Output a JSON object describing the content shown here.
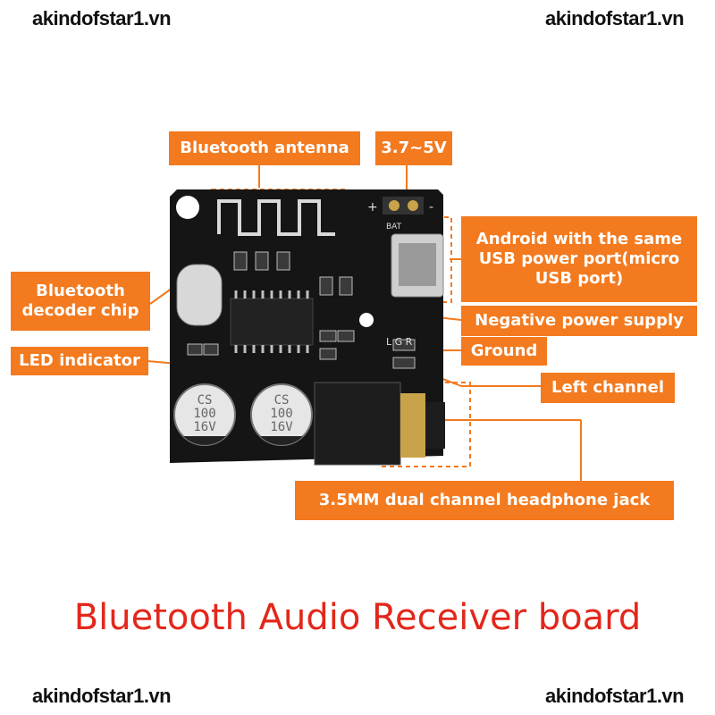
{
  "watermarks": [
    "akindofstar1.vn",
    "akindofstar1.vn",
    "akindofstar1.vn",
    "akindofstar1.vn"
  ],
  "labels": {
    "antenna": "Bluetooth antenna",
    "voltage": "3.7~5V",
    "usb": "Android with the same\nUSB power port(micro\nUSB port)",
    "decoder": "Bluetooth\ndecoder chip",
    "negative": "Negative power supply",
    "ground": "Ground",
    "led": "LED indicator",
    "left": "Left channel",
    "jack": "3.5MM dual channel headphone jack"
  },
  "board_text": {
    "cap1": [
      "CS",
      "100",
      "16V"
    ],
    "cap2": [
      "CS",
      "100",
      "16V"
    ],
    "plus": "+",
    "minus": "-",
    "bat": "BAT",
    "lg": "L G R"
  },
  "title": "Bluetooth Audio Receiver board",
  "colors": {
    "tag": "#f37a1f",
    "title": "#e3271b",
    "board": "#111111"
  }
}
